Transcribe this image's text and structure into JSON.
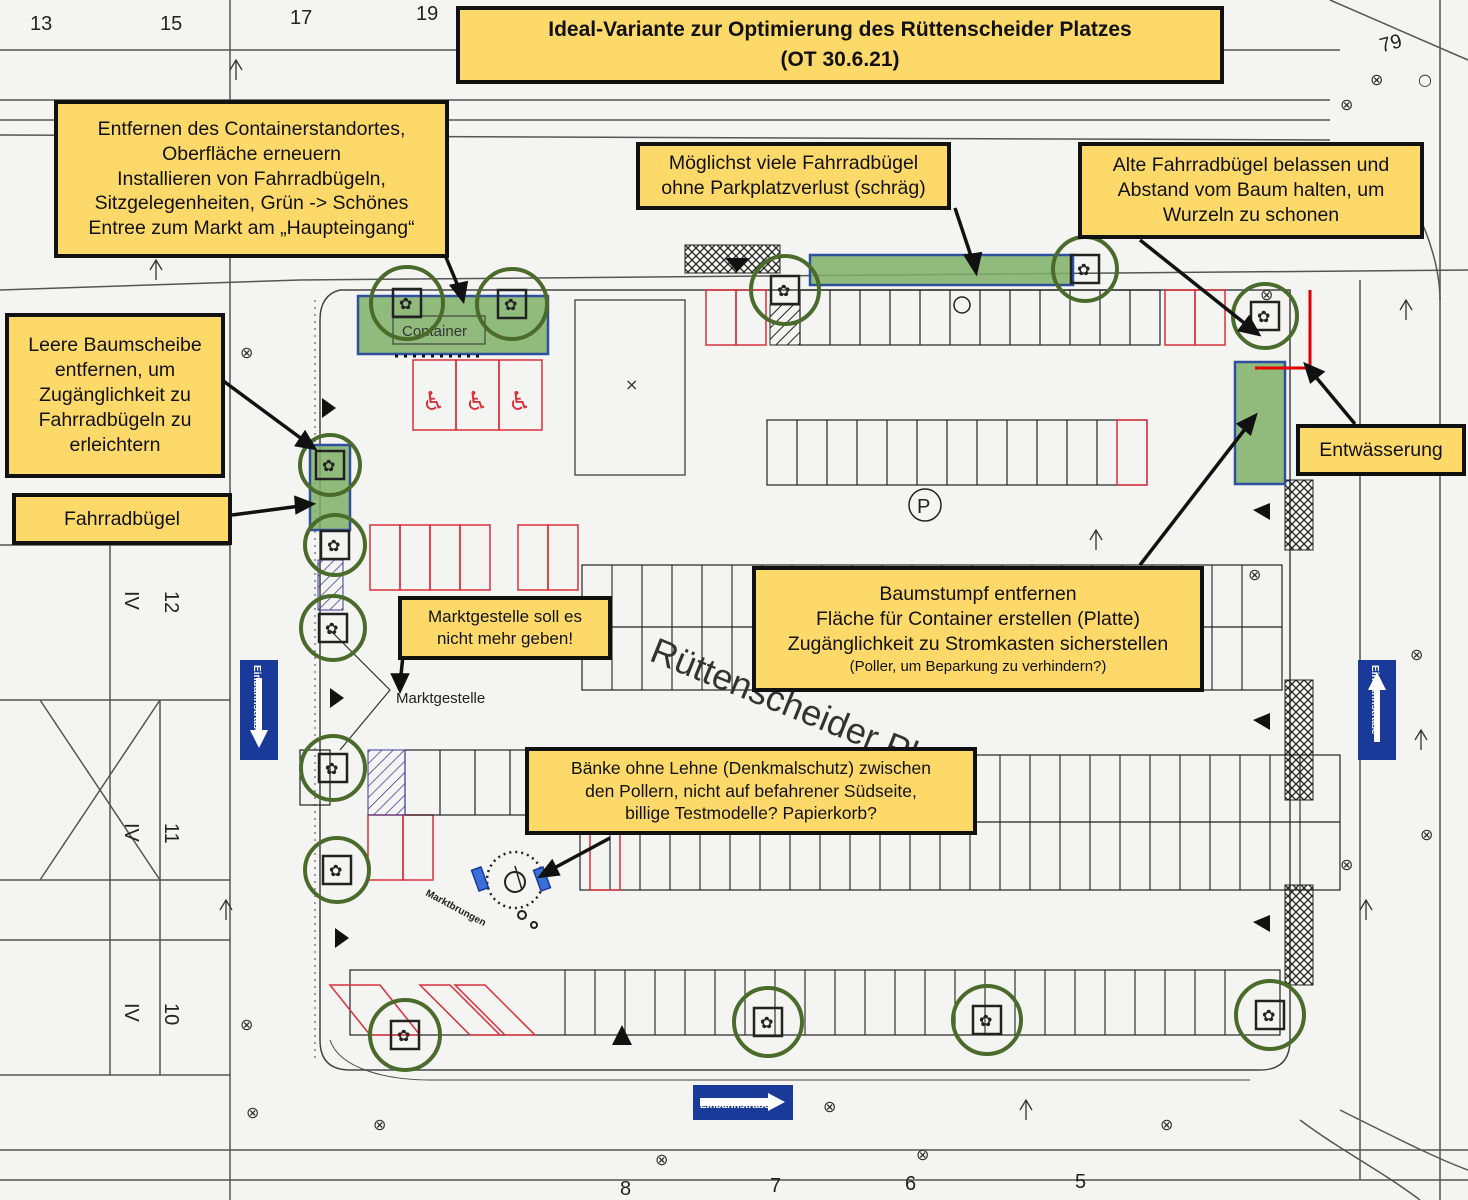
{
  "title": {
    "line1": "Ideal-Variante zur Optimierung des Rüttenscheider Platzes",
    "line2": "(OT 30.6.21)"
  },
  "notes": {
    "container_removal": [
      "Entfernen des Containerstandortes,",
      "Oberfläche erneuern",
      "Installieren von Fahrradbügeln,",
      "Sitzgelegenheiten, Grün -> Schönes",
      "Entree zum Markt am „Haupteingang“"
    ],
    "bike_racks_slanted": [
      "Möglichst viele Fahrradbügel",
      "ohne Parkplatzverlust (schräg)"
    ],
    "old_bike_racks": [
      "Alte Fahrradbügel belassen und",
      "Abstand vom Baum halten, um",
      "Wurzeln zu schonen"
    ],
    "empty_tree_pit": [
      "Leere Baumscheibe",
      "entfernen, um",
      "Zugänglichkeit zu",
      "Fahrradbügeln zu",
      "erleichtern"
    ],
    "bike_rack": "Fahrradbügel",
    "drainage": "Entwässerung",
    "market_stands": [
      "Marktgestelle soll es",
      "nicht mehr geben!"
    ],
    "tree_stump": [
      "Baumstumpf entfernen",
      "Fläche für Container erstellen (Platte)",
      "Zugänglichkeit zu Stromkasten sicherstellen"
    ],
    "tree_stump_small": "(Poller, um Beparkung zu verhindern?)",
    "benches": [
      "Bänke ohne Lehne (Denkmalschutz) zwischen",
      "den Pollern, nicht auf befahrener Südseite,",
      "billige Testmodelle? Papierkorb?"
    ]
  },
  "map_labels": {
    "plaza_name": "Rüttenscheider Platz",
    "container": "Container",
    "marktgestelle": "Marktgestelle",
    "marktbrunnen": "Marktbrungen",
    "parking": "P",
    "einbahn": "Einbahnstraße",
    "house_numbers_top": [
      "13",
      "15",
      "17",
      "19"
    ],
    "house_numbers_left": [
      "12",
      "11",
      "10"
    ],
    "house_numbers_bottom": [
      "8",
      "7",
      "6",
      "5"
    ],
    "house_number_corner": "79",
    "floors": "IV"
  },
  "colors": {
    "note_fill": "#fdd96a",
    "note_border": "#111111",
    "green_area": "#7fb069",
    "blue_outline": "#2f4f9f",
    "tree_circle": "#4a6b2a",
    "parking_red": "#d9303a",
    "drain_red": "#e00000",
    "sign_blue": "#1a3a9a"
  }
}
